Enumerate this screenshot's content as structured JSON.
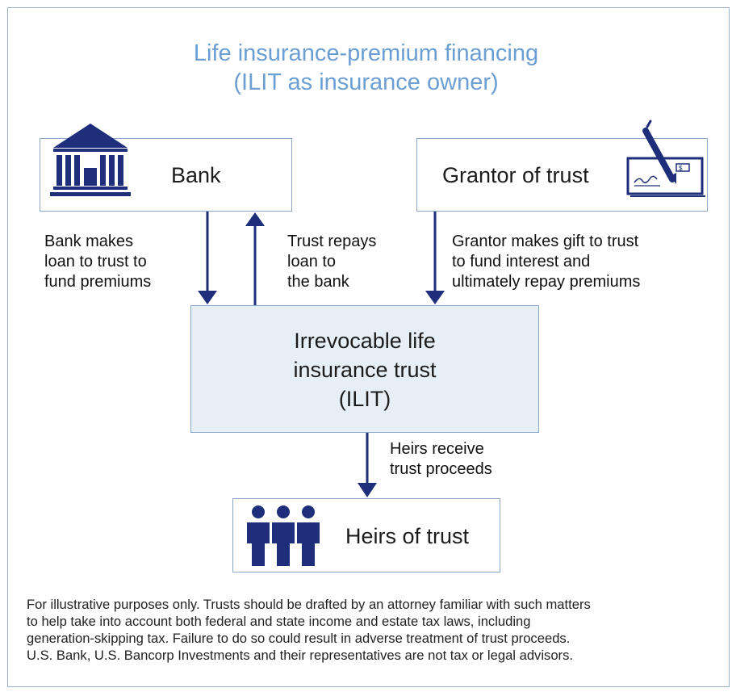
{
  "title": {
    "line1": "Life insurance-premium financing",
    "line2": "(ILIT as insurance owner)"
  },
  "nodes": {
    "bank": {
      "label": "Bank",
      "icon": "bank-building-icon"
    },
    "grantor": {
      "label": "Grantor of trust",
      "icon": "check-and-pen-icon"
    },
    "ilit": {
      "line1": "Irrevocable life",
      "line2": "insurance trust",
      "line3": "(ILIT)"
    },
    "heirs": {
      "label": "Heirs of trust",
      "icon": "people-group-icon"
    }
  },
  "flows": {
    "bank_loan": [
      "Bank makes",
      "loan to trust to",
      "fund premiums"
    ],
    "trust_repays": [
      "Trust repays",
      "loan to",
      "the bank"
    ],
    "grantor_gift": [
      "Grantor makes gift to trust",
      "to fund interest and",
      "ultimately repay premiums"
    ],
    "heirs_receive": [
      "Heirs receive",
      "trust proceeds"
    ]
  },
  "check_symbol": "$",
  "disclaimer": [
    "For illustrative purposes only. Trusts should be drafted by an attorney familiar with such matters",
    "to help take into account both federal and state income and estate tax laws, including",
    "generation-skipping tax. Failure to do so could result in adverse treatment of trust proceeds.",
    "U.S. Bank, U.S. Bancorp Investments and their representatives are not tax or legal advisors."
  ],
  "colors": {
    "title": "#6b9ed3",
    "arrow": "#1e2e7a",
    "icon": "#1e2e7a",
    "box_border": "#8aa7c9",
    "ilit_fill": "#e6eef6",
    "frame_border": "#9ab1cf"
  }
}
